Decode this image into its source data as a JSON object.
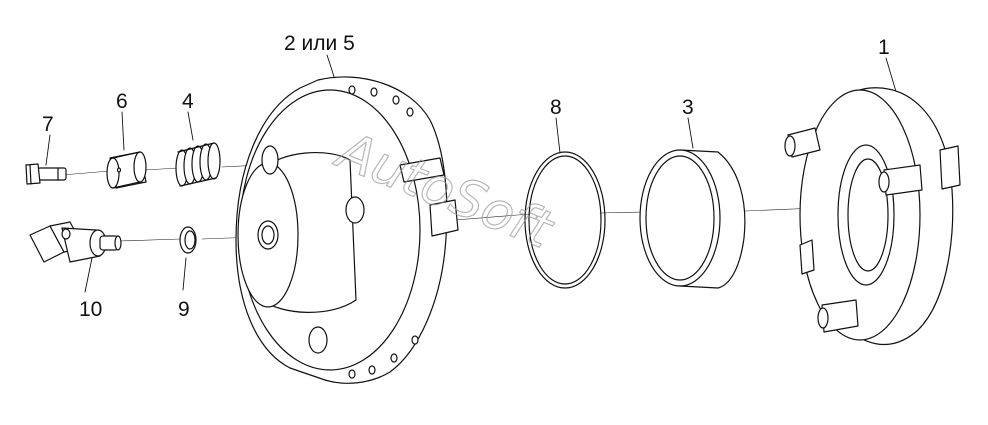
{
  "diagram": {
    "colors": {
      "line": "#111111",
      "fill": "#ffffff",
      "watermark": "#9a9a9a"
    },
    "labels": {
      "part_1": "1",
      "part_2_or_5": "2 или 5",
      "part_3": "3",
      "part_4": "4",
      "part_6": "6",
      "part_7": "7",
      "part_8": "8",
      "part_9": "9",
      "part_10": "10"
    },
    "watermark": {
      "text": "AutoSoft"
    }
  }
}
